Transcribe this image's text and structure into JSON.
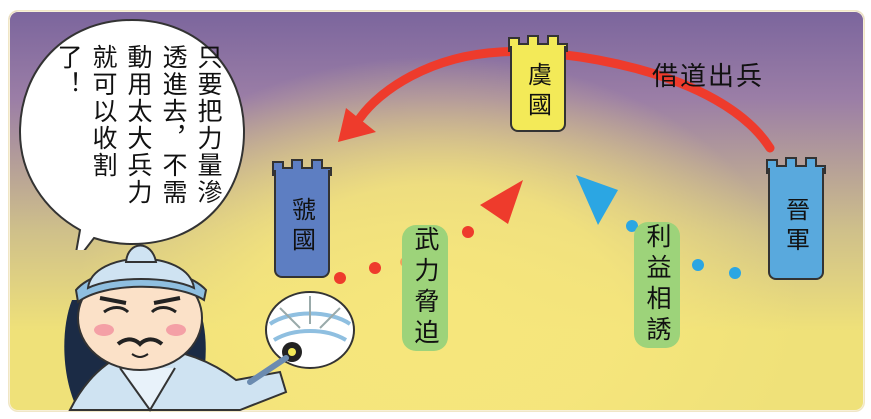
{
  "states": {
    "yu": "虞國",
    "guo": "虢國",
    "jin": "晉軍"
  },
  "labels": {
    "jiedao": "借道出兵",
    "wuli": "武力脅迫",
    "liyi": "利益相誘"
  },
  "speech": {
    "text": "只要把力量滲透進去，不需動用太大兵力就可以收割了！"
  },
  "colors": {
    "red_arrow": "#ee3b2c",
    "blue_arrow": "#2ba6e3",
    "yu_fort": "#f3ea58",
    "guo_fort": "#5d7ec2",
    "jin_fort": "#59a9dd",
    "pill": "#9dd37a"
  },
  "icons": {
    "character": "strategist-icon",
    "fan": "feather-fan-icon"
  }
}
